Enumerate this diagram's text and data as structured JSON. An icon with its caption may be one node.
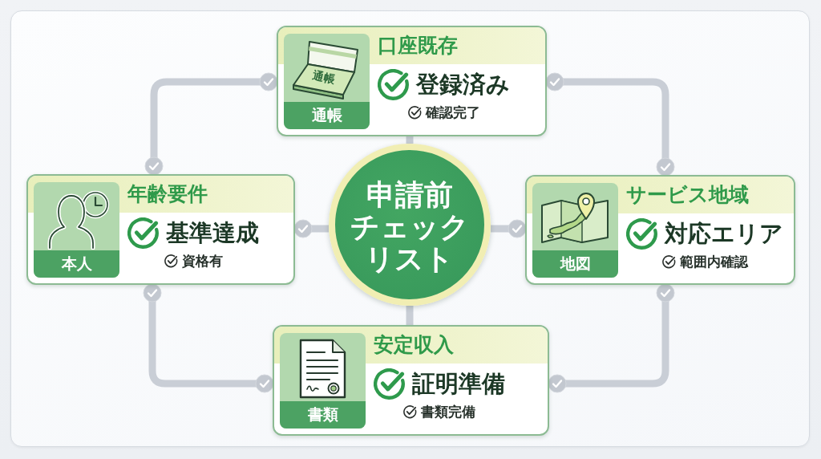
{
  "diagram": {
    "nodes": [
      {
        "text": [
          "口座既存",
          "登録済み",
          "確認完了"
        ]
      },
      {
        "text": [
          "通帳"
        ],
        "in": 0
      },
      {
        "text": [
          "年齢要件",
          "基準達成",
          "資格有"
        ]
      },
      {
        "text": [
          "本人"
        ],
        "in": 2
      },
      {
        "text": [
          "申請前チェックリスト"
        ]
      },
      {
        "text": [
          "サービス地域",
          "対応エリア",
          "範囲内確認"
        ]
      },
      {
        "text": [
          "地図"
        ],
        "in": 5
      },
      {
        "text": [
          "安定収入",
          "証明準備",
          "書類完備"
        ]
      },
      {
        "text": [
          "書類"
        ],
        "in": 7
      }
    ],
    "edges": [
      {
        "from": 0,
        "to": 2,
        "arrow": "other"
      },
      {
        "from": 0,
        "to": 5,
        "arrow": "other"
      },
      {
        "from": 2,
        "to": 7,
        "arrow": "other"
      },
      {
        "from": 5,
        "to": 7,
        "arrow": "other"
      },
      {
        "from": 4,
        "to": 0,
        "arrow": "none"
      },
      {
        "from": 4,
        "to": 2,
        "arrow": "other"
      },
      {
        "from": 4,
        "to": 5,
        "arrow": "other"
      },
      {
        "from": 4,
        "to": 7,
        "arrow": "none"
      }
    ],
    "labels": [
      "通帳"
    ]
  }
}
